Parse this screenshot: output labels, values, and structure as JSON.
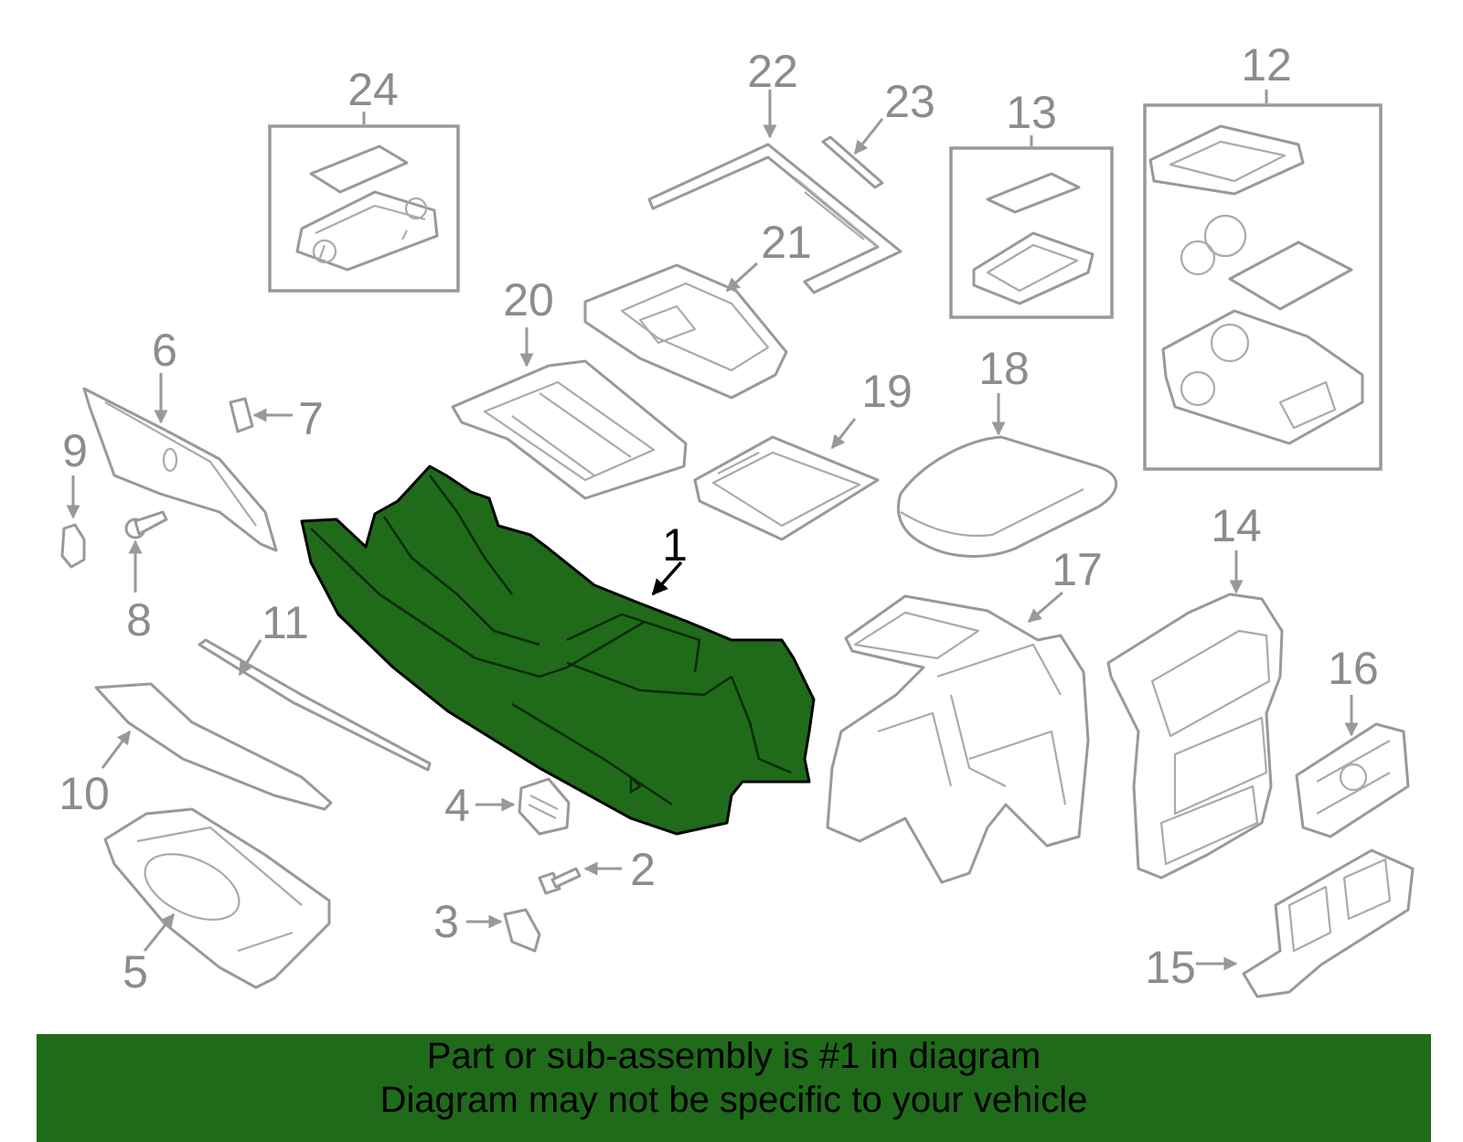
{
  "diagram": {
    "callouts": [
      "1",
      "2",
      "3",
      "4",
      "5",
      "6",
      "7",
      "8",
      "9",
      "10",
      "11",
      "12",
      "13",
      "14",
      "15",
      "16",
      "17",
      "18",
      "19",
      "20",
      "21",
      "22",
      "23",
      "24"
    ],
    "highlight_color": "#1f6b1a",
    "part_color": "#999999"
  },
  "footer": {
    "line1": "Part or sub-assembly is #1 in diagram",
    "line2": "Diagram may not be specific to your vehicle",
    "background": "#1f6b1a"
  }
}
